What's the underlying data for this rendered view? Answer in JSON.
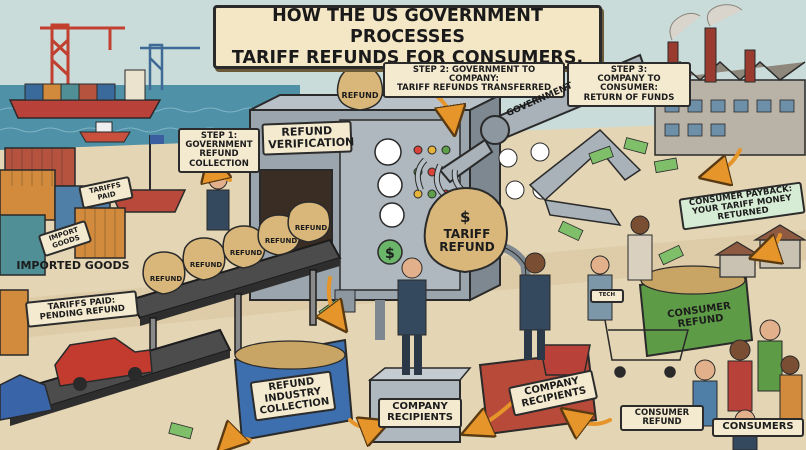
{
  "title": "HOW THE US GOVERNMENT PROCESSES\nTARIFF REFUNDS FOR CONSUMERS.",
  "labels": {
    "step1": "STEP 1:\nGOVERNMENT\nREFUND\nCOLLECTION",
    "step2": "STEP 2: GOVERNMENT TO COMPANY:\nTARIFF REFUNDS TRANSFERRED",
    "step3": "STEP 3:\nCOMPANY TO CONSUMER:\nRETURN OF FUNDS",
    "refund_verification": "REFUND\nVERIFICATION",
    "refund_bag_top": "REFUND",
    "government_arm": "GOVERNMENT",
    "tariff_refund_bag": "TARIFF\nREFUND",
    "imported_goods": "IMPORTED GOODS",
    "tariffs_paid_tag": "TARIFFS\nPAID",
    "import_goods_tag": "IMPORT\nGOODS",
    "tariffs_paid_pending": "TARIFFS PAID:\nPENDING REFUND",
    "conveyor_bag": "REFUND",
    "industry_collection": "REFUND\nINDUSTRY\nCOLLECTION",
    "company_recipients_1": "COMPANY\nRECIPIENTS",
    "company_recipients_2": "COMPANY\nRECIPIENTS",
    "consumer_payback": "CONSUMER PAYBACK:\nYOUR TARIFF MONEY\nRETURNED",
    "consumer_refund_bin": "CONSUMER\nREFUND",
    "consumer_refund_arrow": "CONSUMER\nREFUND",
    "consumers": "CONSUMERS",
    "cart_tag": "TECH"
  },
  "colors": {
    "sky": "#bfd6d9",
    "sea": "#4a8ea6",
    "machine": "#9aa5ad",
    "machine_dark": "#6d7780",
    "bag": "#d9b77a",
    "money": "#7fbf6a",
    "arrow": "#e6952a",
    "bin_blue": "#3d6fae",
    "bin_red": "#b84a3a",
    "bin_green": "#5e9b47",
    "container_red": "#b5533f",
    "container_orange": "#d28a3c",
    "container_teal": "#4f8f95",
    "car_red": "#c33a2f",
    "car_blue": "#3a64a8"
  }
}
